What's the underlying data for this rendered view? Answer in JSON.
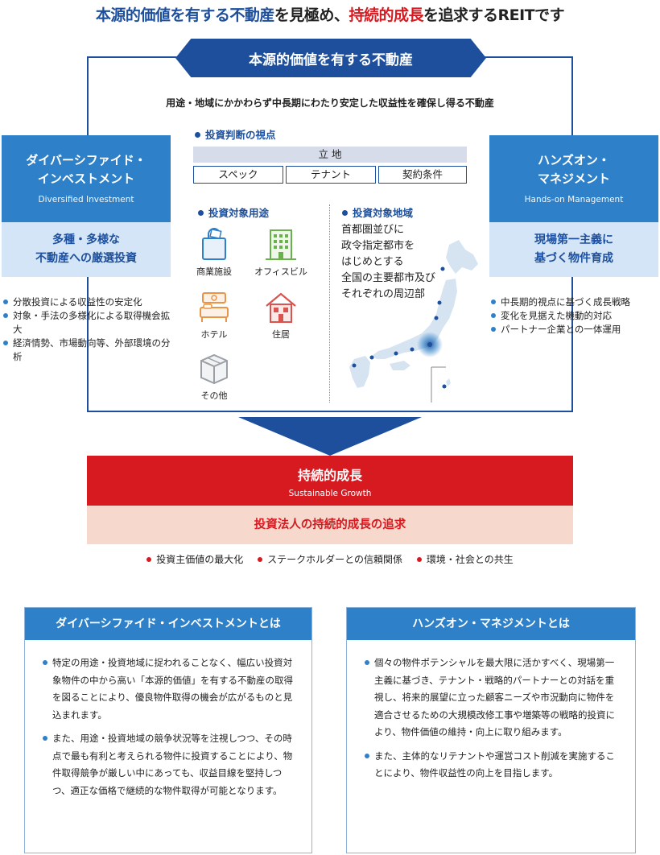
{
  "headline": {
    "part1": "本源的価値を有する不動産",
    "part2": "を見極め、",
    "part3": "持続的成長",
    "part4": "を追求するREITです"
  },
  "top_banner": "本源的価値を有する不動産",
  "description": "用途・地域にかかわらず中長期にわたり安定した収益性を確保し得る不動産",
  "left": {
    "title_line1": "ダイバーシファイド・",
    "title_line2": "インベストメント",
    "english": "Diversified Investment",
    "sub_line1": "多種・多様な",
    "sub_line2": "不動産への厳選投資",
    "bullets": [
      "分散投資による収益性の安定化",
      "対象・手法の多様化による取得機会拡大",
      "経済情勢、市場動向等、外部環境の分析"
    ]
  },
  "right": {
    "title_line1": "ハンズオン・",
    "title_line2": "マネジメント",
    "english": "Hands-on Management",
    "sub_line1": "現場第一主義に",
    "sub_line2": "基づく物件育成",
    "bullets": [
      "中長期的視点に基づく成長戦略",
      "変化を見据えた機動的対応",
      "パートナー企業との一体運用"
    ]
  },
  "criteria": {
    "title": "投資判断の視点",
    "top": "立 地",
    "items": [
      "スペック",
      "テナント",
      "契約条件"
    ]
  },
  "uses": {
    "title": "投資対象用途",
    "items": [
      {
        "label": "商業施設",
        "icon": "shopping-bag-icon"
      },
      {
        "label": "オフィスビル",
        "icon": "office-building-icon"
      },
      {
        "label": "ホテル",
        "icon": "hotel-bed-icon"
      },
      {
        "label": "住居",
        "icon": "house-icon"
      },
      {
        "label": "その他",
        "icon": "box-icon"
      }
    ]
  },
  "areas": {
    "title": "投資対象地域",
    "lines": [
      "首都圏並びに",
      "政令指定都市を",
      "はじめとする",
      "全国の主要都市及び",
      "それぞれの周辺部"
    ]
  },
  "growth": {
    "title": "持続的成長",
    "english": "Sustainable Growth",
    "sub": "投資法人の持続的成長の追求",
    "bullets": [
      "投資主価値の最大化",
      "ステークホルダーとの信頼関係",
      "環境・社会との共生"
    ]
  },
  "cards": {
    "left": {
      "title": "ダイバーシファイド・インベストメントとは",
      "paragraphs": [
        "特定の用途・投資地域に捉われることなく、幅広い投資対象物件の中から高い「本源的価値」を有する不動産の取得を図ることにより、優良物件取得の機会が広がるものと見込まれます。",
        "また、用途・投資地域の競争状況等を注視しつつ、その時点で最も有利と考えられる物件に投資することにより、物件取得競争が厳しい中にあっても、収益目線を堅持しつつ、適正な価格で継続的な物件取得が可能となります。"
      ]
    },
    "right": {
      "title": "ハンズオン・マネジメントとは",
      "paragraphs": [
        "個々の物件ポテンシャルを最大限に活かすべく、現場第一主義に基づき、テナント・戦略的パートナーとの対話を重視し、将来的展望に立った顧客ニーズや市況動向に物件を適合させるための大規模改修工事や増築等の戦略的投資により、物件価値の維持・向上に取り組みます。",
        "また、主体的なリテナントや運営コスト削減を実施することにより、物件収益性の向上を目指します。"
      ]
    }
  },
  "colors": {
    "navy": "#1d4f9c",
    "blue": "#2e80c8",
    "light_blue": "#d3e5f6",
    "red": "#d71920",
    "pink": "#f7d8cd",
    "icon_gray": "#9aa0a6",
    "icon_green": "#6ab04c",
    "icon_orange": "#e8954a",
    "icon_red": "#d9534f"
  }
}
